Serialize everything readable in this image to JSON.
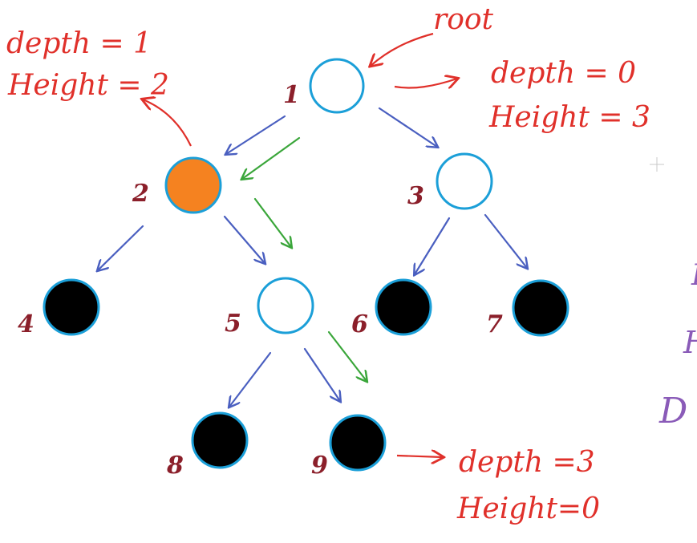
{
  "colors": {
    "node_outline": "#1b9fd8",
    "node_empty_fill": "#ffffff",
    "node_leaf_fill": "#000000",
    "node_highlight_fill": "#f58220",
    "edge_blue": "#4a5fc0",
    "edge_green": "#3aa63a",
    "annotation_red": "#e0302a",
    "number_dark_red": "#8b1f2a",
    "partial_letters": "#8a5bb8"
  },
  "nodes": [
    {
      "id": "1",
      "label": "1",
      "fill": "empty"
    },
    {
      "id": "2",
      "label": "2",
      "fill": "highlight"
    },
    {
      "id": "3",
      "label": "3",
      "fill": "empty"
    },
    {
      "id": "4",
      "label": "4",
      "fill": "leaf"
    },
    {
      "id": "5",
      "label": "5",
      "fill": "empty"
    },
    {
      "id": "6",
      "label": "6",
      "fill": "leaf"
    },
    {
      "id": "7",
      "label": "7",
      "fill": "leaf"
    },
    {
      "id": "8",
      "label": "8",
      "fill": "leaf"
    },
    {
      "id": "9",
      "label": "9",
      "fill": "leaf"
    }
  ],
  "edges": [
    {
      "from": "1",
      "to": "2"
    },
    {
      "from": "1",
      "to": "3"
    },
    {
      "from": "2",
      "to": "4"
    },
    {
      "from": "2",
      "to": "5"
    },
    {
      "from": "3",
      "to": "6"
    },
    {
      "from": "3",
      "to": "7"
    },
    {
      "from": "5",
      "to": "8"
    },
    {
      "from": "5",
      "to": "9"
    }
  ],
  "path_highlight": [
    [
      "1",
      "2"
    ],
    [
      "2",
      "5"
    ],
    [
      "5",
      "9"
    ]
  ],
  "annotations": {
    "root": {
      "label": "root"
    },
    "node1": {
      "depth": "depth = 0",
      "height": "Height = 3"
    },
    "node2": {
      "depth": "depth = 1",
      "height": "Height = 2"
    },
    "node9": {
      "depth": "depth =3",
      "height": "Height=0"
    }
  },
  "partial_edge_text": [
    "I",
    "H",
    "D"
  ]
}
